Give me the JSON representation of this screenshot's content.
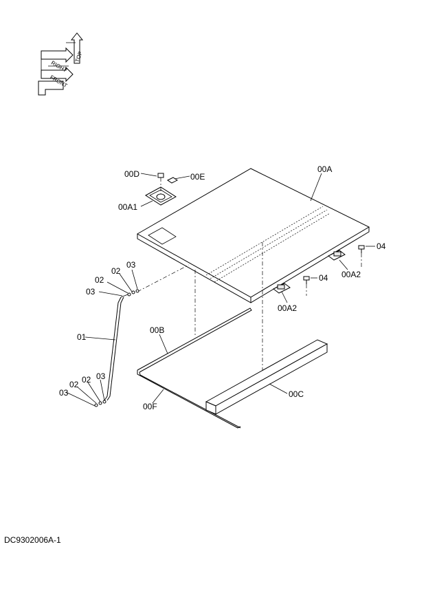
{
  "orientation": {
    "top_label": "TOP",
    "right_label": "RIGHT",
    "front_label": "FRONT"
  },
  "callouts": {
    "c00D": "00D",
    "c00E": "00E",
    "c00A": "00A",
    "c00A1": "00A1",
    "c04a": "04",
    "c04b": "04",
    "c00A2a": "00A2",
    "c00A2b": "00A2",
    "c03a": "03",
    "c02a": "02",
    "c03b": "03",
    "c01": "01",
    "c00B": "00B",
    "c00C": "00C",
    "c00F": "00F",
    "c03c": "03",
    "c02b": "02",
    "c02c": "02",
    "c03d": "03"
  },
  "reference_code": "DC9302006A-1"
}
